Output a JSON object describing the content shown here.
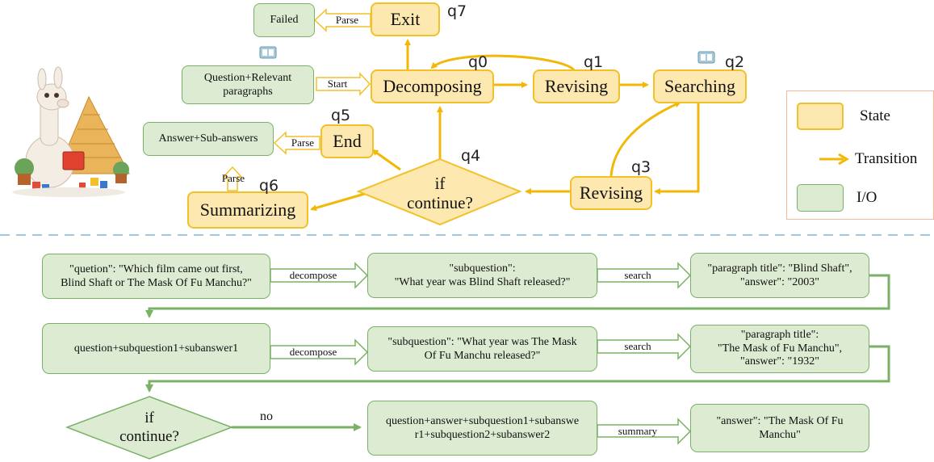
{
  "top": {
    "states": {
      "exit": "Exit",
      "decomposing": "Decomposing",
      "revising_top": "Revising",
      "searching": "Searching",
      "end": "End",
      "condition": "if\ncontinue?",
      "revising_bottom": "Revising",
      "summarizing": "Summarizing"
    },
    "io": {
      "failed": "Failed",
      "input": "Question+Relevant paragraphs",
      "answer": "Answer+Sub-answers"
    },
    "edge_labels": {
      "parse_exit": "Parse",
      "start": "Start",
      "parse_end": "Parse",
      "parse_summary": "Parse"
    },
    "q_labels": [
      "q0",
      "q1",
      "q2",
      "q3",
      "q4",
      "q5",
      "q6",
      "q7"
    ]
  },
  "legend": {
    "state": "State",
    "transition": "Transition",
    "io": "I/O"
  },
  "example": {
    "row1": {
      "b1": "\"quetion\": \"Which film came out first,\nBlind Shaft or The Mask Of Fu Manchu?\"",
      "a1": "decompose",
      "b2": "\"subquestion\":\n\"What year was Blind Shaft released?\"",
      "a2": "search",
      "b3": "\"paragraph title\": \"Blind Shaft\",\n\"answer\": \"2003\""
    },
    "row2": {
      "b1": "question+subquestion1+subanswer1",
      "a1": "decompose",
      "b2": "\"subquestion\": \"What year was The Mask\nOf Fu Manchu released?\"",
      "a2": "search",
      "b3": "\"paragraph title\":\n\"The Mask of Fu Manchu\",\n\"answer\": \"1932\""
    },
    "row3": {
      "condition": "if\ncontinue?",
      "no": "no",
      "b2": "question+answer+subquestion1+subanswe\nr1+subquestion2+subanswer2",
      "a2": "summary",
      "b3": "\"answer\": \"The Mask Of Fu\nManchu\""
    }
  },
  "colors": {
    "state_fill": "#fde9b0",
    "state_border": "#f2c029",
    "io_fill": "#dcebd2",
    "io_border": "#79b265",
    "transition": "#f2b807",
    "separator": "#9fcbe0"
  }
}
